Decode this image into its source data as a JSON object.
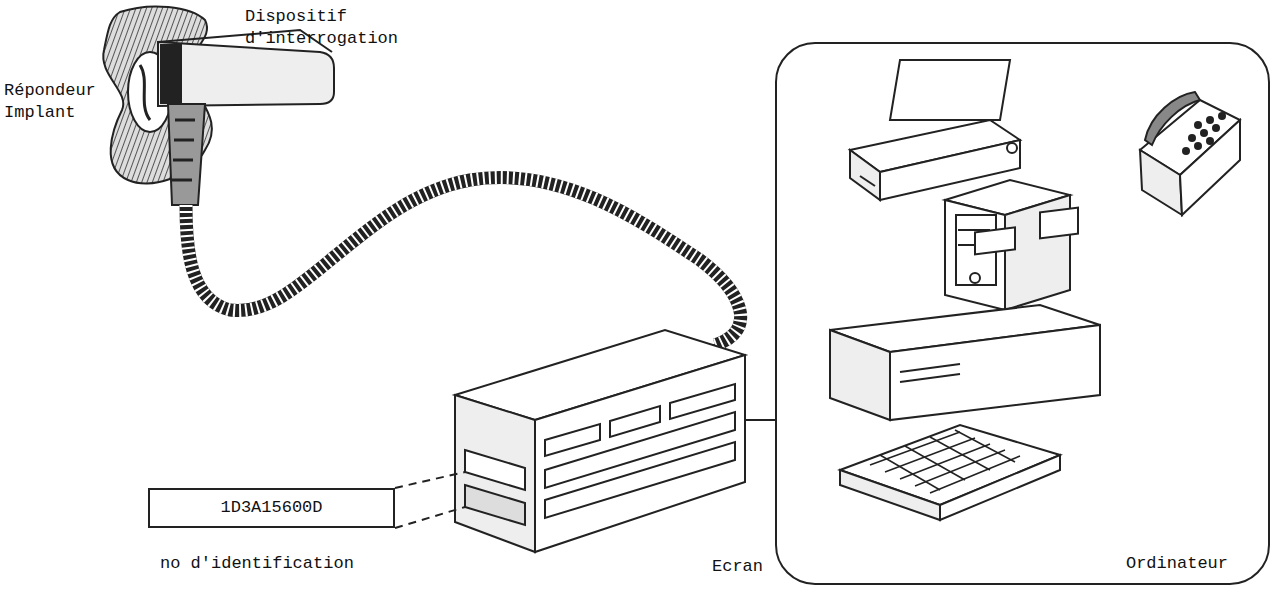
{
  "diagram": {
    "nodes": [
      {
        "text": [
          "1D3A15600D"
        ]
      },
      {
        "text": [
          "Ordinateur"
        ]
      }
    ],
    "labels": [
      "Dispositif d'interrogation",
      "Répondeur Implant",
      "no d'identification",
      "Ecran"
    ]
  }
}
